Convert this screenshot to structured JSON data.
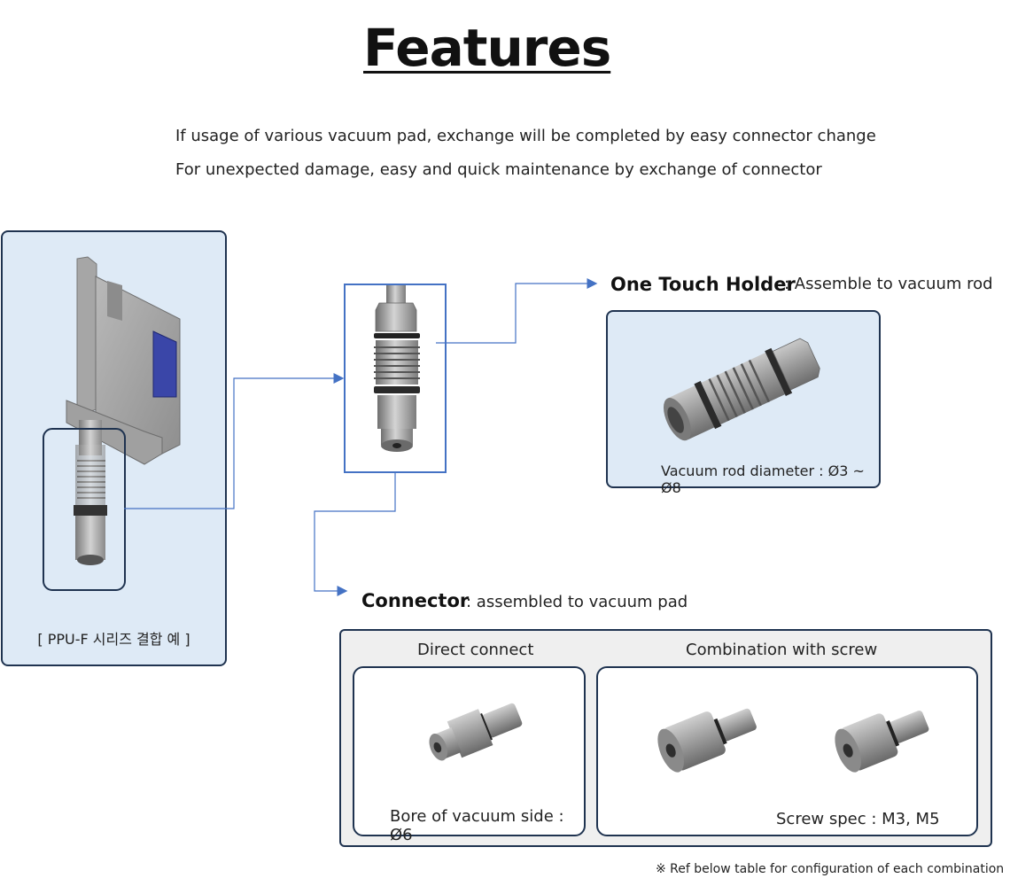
{
  "title": "Features",
  "intro": {
    "line1": "If usage of various vacuum pad, exchange will be completed by easy connector change",
    "line2": "For unexpected damage, easy and quick maintenance by exchange of connector"
  },
  "series_panel": {
    "caption": "[ PPU-F 시리즈 결합 예 ]"
  },
  "one_touch_holder": {
    "title": "One Touch Holder",
    "description": ": Assemble to vacuum rod",
    "note": "Vacuum rod diameter : Ø3 ~ Ø8"
  },
  "connector": {
    "title": "Connector",
    "description": ": assembled to vacuum pad",
    "direct": {
      "label": "Direct connect",
      "note": "Bore of vacuum side : Ø6"
    },
    "screw": {
      "label": "Combination with screw",
      "note": "Screw spec : M3,  M5"
    }
  },
  "footnote": "※ Ref below table for configuration of each combination",
  "colors": {
    "panel_blue": "#deeaf6",
    "border": "#1f3350",
    "arrow": "#4472c4"
  }
}
